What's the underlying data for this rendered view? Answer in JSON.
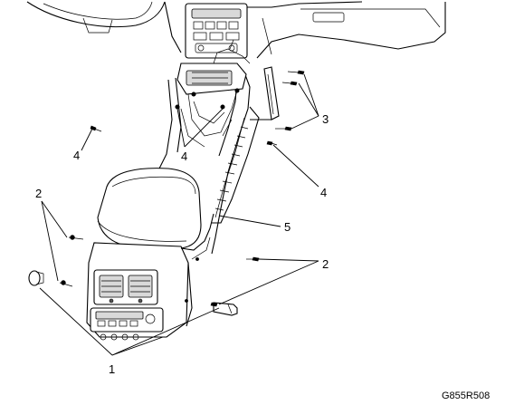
{
  "diagram": {
    "figure_id": "G855R508",
    "callouts": {
      "c1": "1",
      "c2_left": "2",
      "c2_right": "2",
      "c3": "3",
      "c4_left": "4",
      "c4_center": "4",
      "c4_right": "4",
      "c5": "5"
    }
  }
}
